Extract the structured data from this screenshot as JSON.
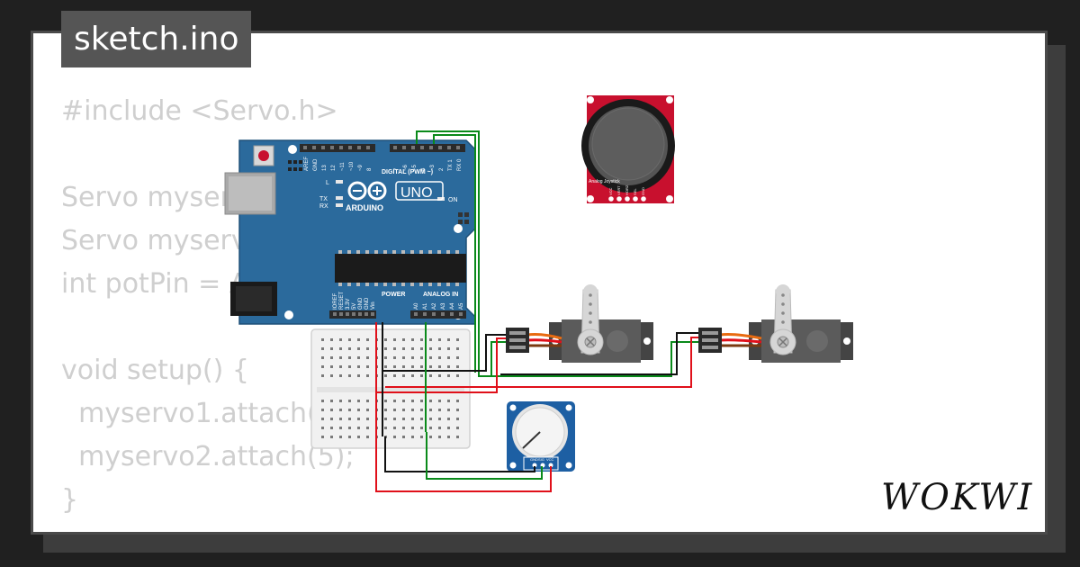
{
  "header": {
    "file_name": "sketch.ino"
  },
  "code_lines": [
    "#include <Servo.h>",
    "",
    "Servo myservo1;",
    "Servo myservo2;",
    "int potPin = A0;",
    "",
    "void setup() {",
    "  myservo1.attach(3);",
    "  myservo2.attach(5);",
    "}"
  ],
  "arduino": {
    "logo_text": "ARDUINO",
    "model": "UNO",
    "digital_label": "DIGITAL (PWM ~)",
    "power_label": "POWER",
    "analog_label": "ANALOG IN",
    "on_label": "ON",
    "tx_label": "TX",
    "rx_label": "RX",
    "l_label": "L",
    "digital_pins": [
      "AREF",
      "GND",
      "13",
      "12",
      "~11",
      "~10",
      "~9",
      "8",
      "7",
      "~6",
      "~5",
      "4",
      "~3",
      "2",
      "TX 1",
      "RX 0"
    ],
    "power_pins": [
      "IOREF",
      "RESET",
      "3.3V",
      "5V",
      "GND",
      "GND",
      "Vin"
    ],
    "analog_pins": [
      "A0",
      "A1",
      "A2",
      "A3",
      "A4",
      "A5"
    ]
  },
  "joystick": {
    "label": "Analog Joystick",
    "pins": [
      "VCC",
      "VERT",
      "HORZ",
      "SEL",
      "GND"
    ]
  },
  "potentiometer": {
    "pins": [
      "GND",
      "SIG",
      "VCC"
    ]
  },
  "brand": {
    "name": "WOKWI"
  },
  "colors": {
    "background": "#202020",
    "card": "#ffffff",
    "tab": "#555555",
    "code_text": "#cfcfcf",
    "arduino_board": "#2b6a9c",
    "joystick_board": "#c8102e",
    "pot_board": "#1d5fa3",
    "servo_body": "#5b5b5b",
    "wire_red": "#e0101a",
    "wire_green": "#0a8a1a",
    "wire_black": "#111111"
  }
}
